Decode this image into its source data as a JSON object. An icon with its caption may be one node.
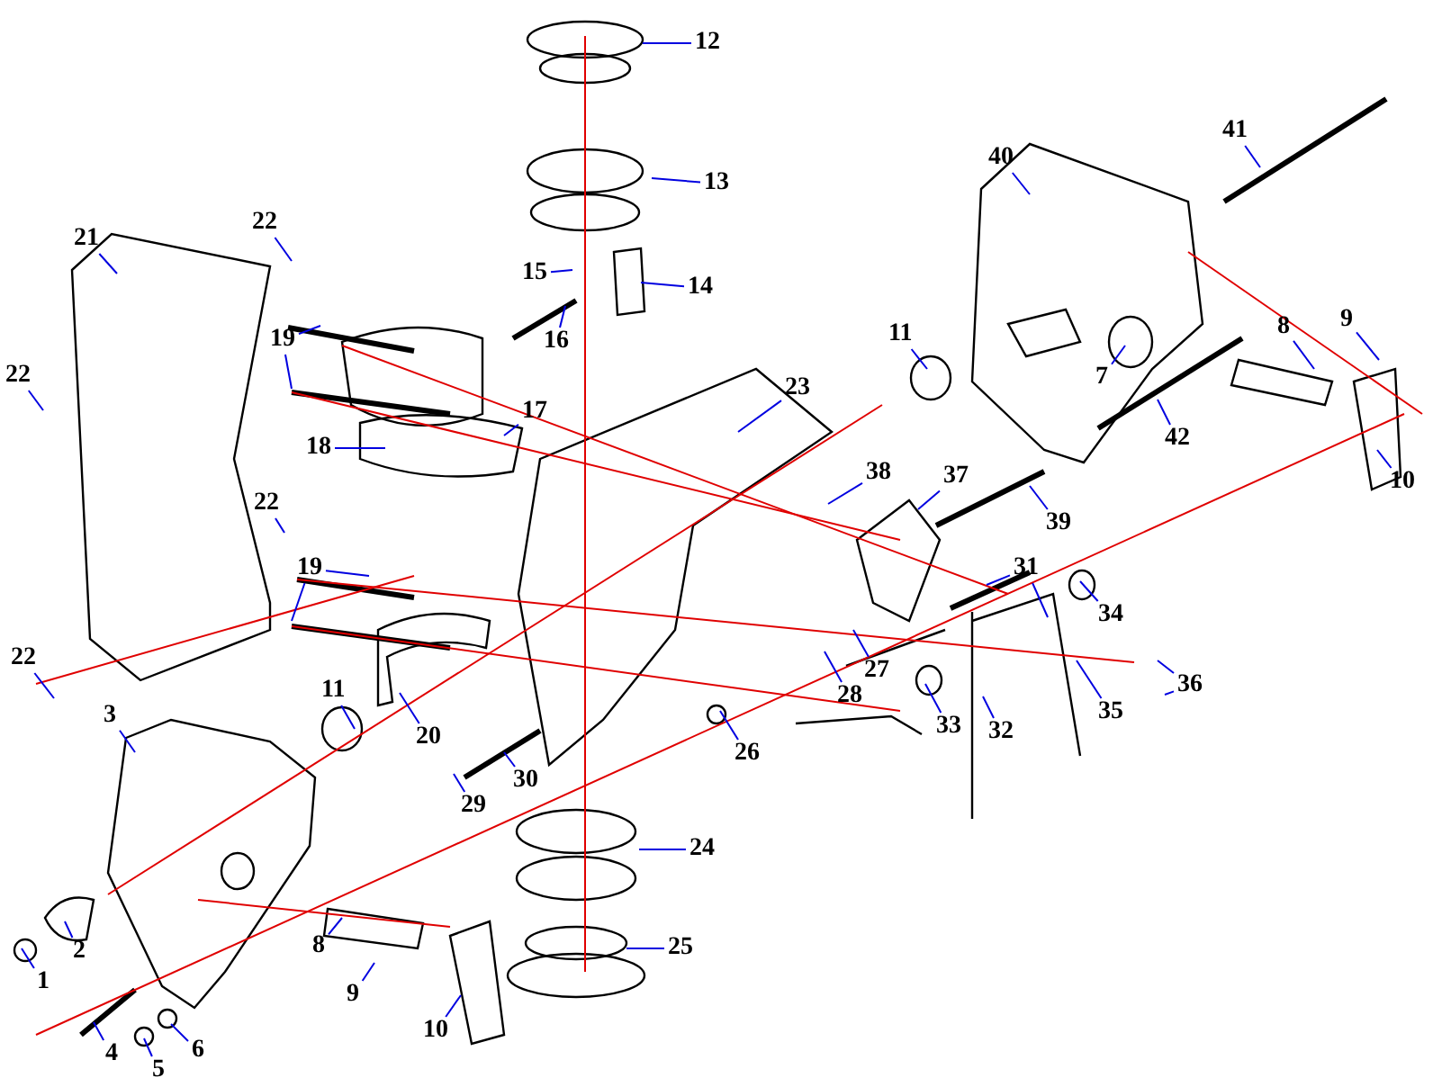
{
  "diagram": {
    "nodes": [
      {
        "text": [
          "12"
        ]
      },
      {
        "text": [
          "41"
        ]
      },
      {
        "text": [
          "40"
        ]
      },
      {
        "text": [
          "13"
        ]
      },
      {
        "text": [
          "21"
        ]
      },
      {
        "text": [
          "22"
        ]
      },
      {
        "text": [
          "15"
        ]
      },
      {
        "text": [
          "14"
        ]
      },
      {
        "text": [
          "16"
        ]
      },
      {
        "text": [
          "9"
        ]
      },
      {
        "text": [
          "8"
        ]
      },
      {
        "text": [
          "11"
        ]
      },
      {
        "text": [
          "19"
        ]
      },
      {
        "text": [
          "7"
        ]
      },
      {
        "text": [
          "22"
        ]
      },
      {
        "text": [
          "23"
        ]
      },
      {
        "text": [
          "17"
        ]
      },
      {
        "text": [
          "42"
        ]
      },
      {
        "text": [
          "18"
        ]
      },
      {
        "text": [
          "38"
        ]
      },
      {
        "text": [
          "37"
        ]
      },
      {
        "text": [
          "10"
        ]
      },
      {
        "text": [
          "22"
        ]
      },
      {
        "text": [
          "39"
        ]
      },
      {
        "text": [
          "19"
        ]
      },
      {
        "text": [
          "31"
        ]
      },
      {
        "text": [
          "34"
        ]
      },
      {
        "text": [
          "27"
        ]
      },
      {
        "text": [
          "36"
        ]
      },
      {
        "text": [
          "22"
        ]
      },
      {
        "text": [
          "11"
        ]
      },
      {
        "text": [
          "28"
        ]
      },
      {
        "text": [
          "35"
        ]
      },
      {
        "text": [
          "3"
        ]
      },
      {
        "text": [
          "33"
        ]
      },
      {
        "text": [
          "32"
        ]
      },
      {
        "text": [
          "20"
        ]
      },
      {
        "text": [
          "26"
        ]
      },
      {
        "text": [
          "30"
        ]
      },
      {
        "text": [
          "29"
        ]
      },
      {
        "text": [
          "24"
        ]
      },
      {
        "text": [
          "8"
        ]
      },
      {
        "text": [
          "2"
        ]
      },
      {
        "text": [
          "25"
        ]
      },
      {
        "text": [
          "1"
        ]
      },
      {
        "text": [
          "9"
        ]
      },
      {
        "text": [
          "10"
        ]
      },
      {
        "text": [
          "6"
        ]
      },
      {
        "text": [
          "4"
        ]
      },
      {
        "text": [
          "5"
        ]
      }
    ],
    "edges": [
      {
        "from": 0,
        "to": null,
        "arrow": "none"
      },
      {
        "from": 1,
        "to": null,
        "arrow": "none"
      },
      {
        "from": 2,
        "to": null,
        "arrow": "none"
      },
      {
        "from": 3,
        "to": null,
        "arrow": "none"
      },
      {
        "from": 4,
        "to": null,
        "arrow": "none"
      },
      {
        "from": 5,
        "to": null,
        "arrow": "none"
      },
      {
        "from": 6,
        "to": null,
        "arrow": "none"
      },
      {
        "from": 7,
        "to": null,
        "arrow": "none"
      },
      {
        "from": 8,
        "to": null,
        "arrow": "none"
      },
      {
        "from": 9,
        "to": null,
        "arrow": "none"
      },
      {
        "from": 10,
        "to": null,
        "arrow": "none"
      },
      {
        "from": 11,
        "to": null,
        "arrow": "none"
      },
      {
        "from": 12,
        "to": null,
        "arrow": "none"
      },
      {
        "from": 12,
        "to": null,
        "arrow": "none"
      },
      {
        "from": 13,
        "to": null,
        "arrow": "none"
      },
      {
        "from": 14,
        "to": null,
        "arrow": "none"
      },
      {
        "from": 15,
        "to": null,
        "arrow": "none"
      },
      {
        "from": 16,
        "to": null,
        "arrow": "none"
      },
      {
        "from": 17,
        "to": null,
        "arrow": "none"
      },
      {
        "from": 18,
        "to": null,
        "arrow": "none"
      },
      {
        "from": 19,
        "to": null,
        "arrow": "none"
      },
      {
        "from": 20,
        "to": null,
        "arrow": "none"
      },
      {
        "from": 21,
        "to": null,
        "arrow": "none"
      },
      {
        "from": 22,
        "to": null,
        "arrow": "none"
      },
      {
        "from": 23,
        "to": null,
        "arrow": "none"
      },
      {
        "from": 24,
        "to": null,
        "arrow": "none"
      },
      {
        "from": 24,
        "to": null,
        "arrow": "none"
      },
      {
        "from": 25,
        "to": null,
        "arrow": "none"
      },
      {
        "from": 25,
        "to": null,
        "arrow": "none"
      },
      {
        "from": 26,
        "to": null,
        "arrow": "none"
      },
      {
        "from": 27,
        "to": null,
        "arrow": "none"
      },
      {
        "from": 28,
        "to": null,
        "arrow": "none"
      },
      {
        "from": 28,
        "to": null,
        "arrow": "none"
      },
      {
        "from": 29,
        "to": null,
        "arrow": "none"
      },
      {
        "from": 30,
        "to": null,
        "arrow": "none"
      },
      {
        "from": 31,
        "to": null,
        "arrow": "none"
      },
      {
        "from": 32,
        "to": null,
        "arrow": "none"
      },
      {
        "from": 33,
        "to": null,
        "arrow": "none"
      },
      {
        "from": 34,
        "to": null,
        "arrow": "none"
      },
      {
        "from": 35,
        "to": null,
        "arrow": "none"
      },
      {
        "from": 36,
        "to": null,
        "arrow": "none"
      },
      {
        "from": 37,
        "to": null,
        "arrow": "none"
      },
      {
        "from": 38,
        "to": null,
        "arrow": "none"
      },
      {
        "from": 39,
        "to": null,
        "arrow": "none"
      },
      {
        "from": 40,
        "to": null,
        "arrow": "none"
      },
      {
        "from": 41,
        "to": null,
        "arrow": "none"
      },
      {
        "from": 42,
        "to": null,
        "arrow": "none"
      },
      {
        "from": 43,
        "to": null,
        "arrow": "none"
      },
      {
        "from": 44,
        "to": null,
        "arrow": "none"
      },
      {
        "from": 45,
        "to": null,
        "arrow": "none"
      },
      {
        "from": 46,
        "to": null,
        "arrow": "none"
      },
      {
        "from": 47,
        "to": null,
        "arrow": "none"
      },
      {
        "from": 48,
        "to": null,
        "arrow": "none"
      },
      {
        "from": 49,
        "to": null,
        "arrow": "none"
      }
    ]
  }
}
